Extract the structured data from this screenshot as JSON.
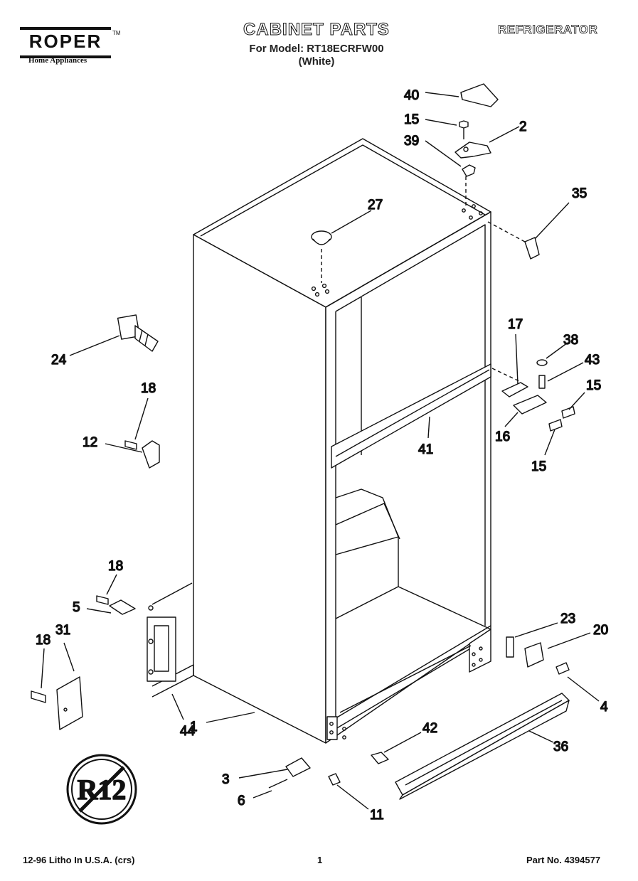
{
  "header": {
    "brand": "ROPER",
    "brand_tm": "TM",
    "brand_sub": "Home Appliances",
    "title": "CABINET PARTS",
    "model_line": "For Model: RT18ECRFW00",
    "color_line": "(White)",
    "product": "REFRIGERATOR"
  },
  "footer": {
    "litho": "12-96 Litho In U.S.A. (crs)",
    "page": "1",
    "part_no": "Part No. 4394577"
  },
  "badge": {
    "text": "R12"
  },
  "callouts": [
    "40",
    "15",
    "2",
    "39",
    "35",
    "27",
    "24",
    "18",
    "12",
    "17",
    "38",
    "43",
    "15",
    "16",
    "41",
    "15",
    "18",
    "5",
    "31",
    "18",
    "23",
    "20",
    "4",
    "1",
    "44",
    "42",
    "36",
    "3",
    "6",
    "11"
  ]
}
